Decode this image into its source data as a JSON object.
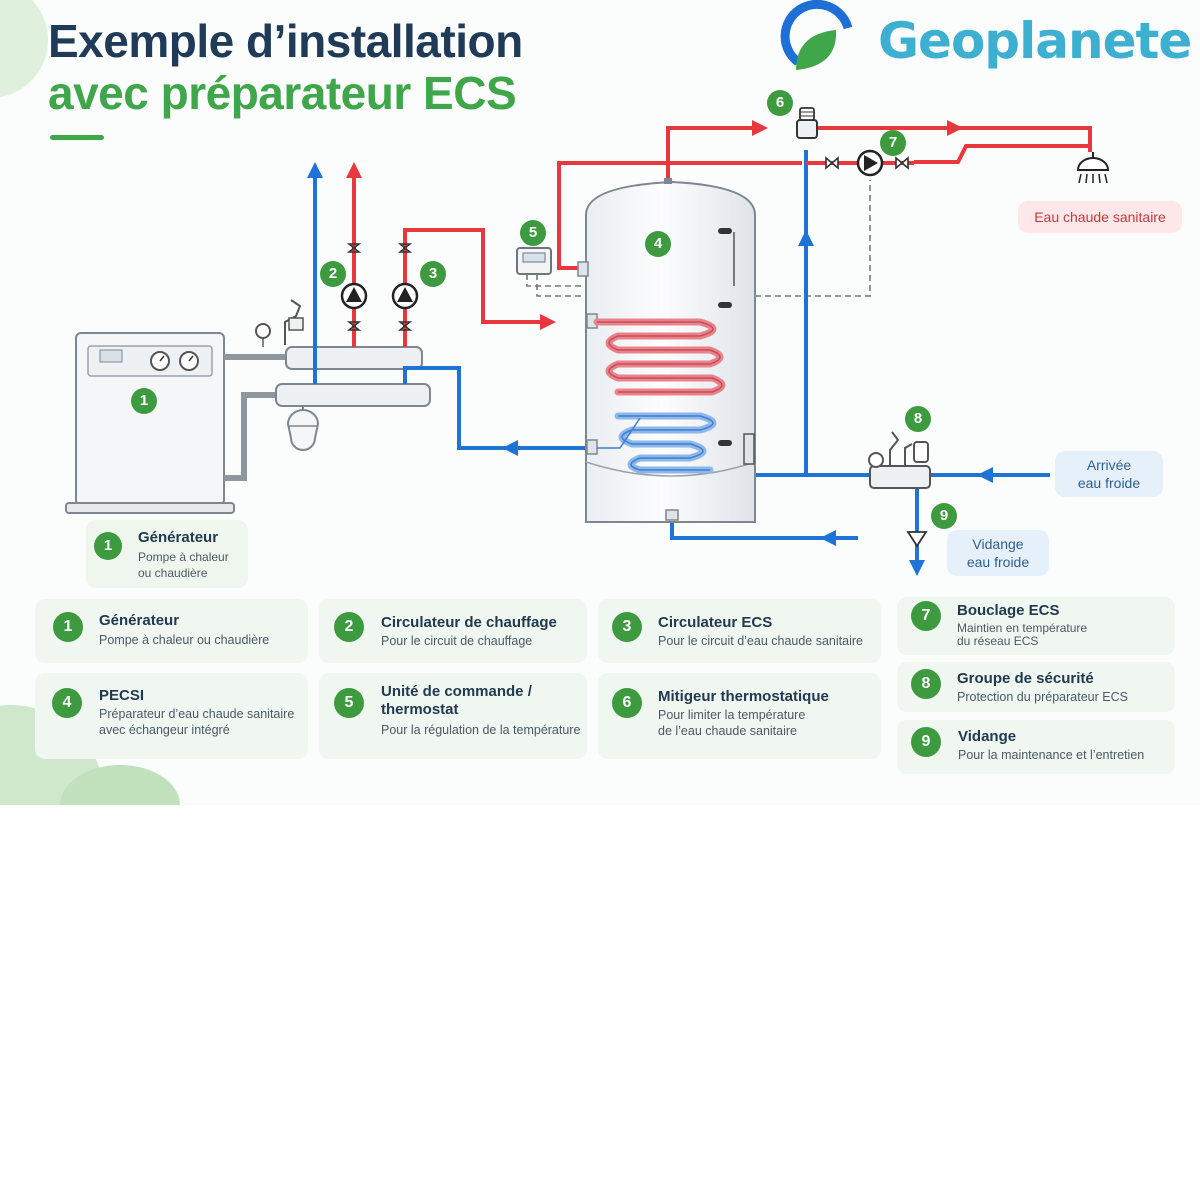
{
  "header": {
    "title_line1": "Exemple d’installation",
    "title_line2": "avec préparateur ECS"
  },
  "brand": {
    "name": "Geoplanete",
    "logo_icon": "leaf-in-ring-icon"
  },
  "colors": {
    "brand_blue": "#1e6fd6",
    "brand_green": "#3fa64a",
    "navy": "#1f3b57",
    "hot_red": "#e8383d",
    "cold_blue": "#1f72d6",
    "badge_green": "#3d9a3f"
  },
  "diagram": {
    "labels": {
      "hot_water": "Eau chaude sanitaire",
      "cold_inlet": "Arrivée\neau froide",
      "drain": "Vidange\neau froide"
    },
    "markers": [
      "1",
      "2",
      "3",
      "4",
      "5",
      "6",
      "7",
      "8",
      "9"
    ],
    "generator_card": {
      "number": "1",
      "title": "Générateur",
      "subtitle": "Pompe à chaleur\nou chaudière"
    }
  },
  "legend": [
    {
      "number": "1",
      "title": "Générateur",
      "subtitle": "Pompe à chaleur ou chaudière"
    },
    {
      "number": "2",
      "title": "Circulateur de chauffage",
      "subtitle": "Pour le circuit de chauffage"
    },
    {
      "number": "3",
      "title": "Circulateur ECS",
      "subtitle": "Pour le circuit d’eau chaude sanitaire"
    },
    {
      "number": "4",
      "title": "PECSI",
      "subtitle": "Préparateur d’eau chaude sanitaire\navec échangeur intégré"
    },
    {
      "number": "5",
      "title": "Unité de commande /\nthermostat",
      "subtitle": "Pour la régulation de la température"
    },
    {
      "number": "6",
      "title": "Mitigeur thermostatique",
      "subtitle": "Pour limiter la température\nde l’eau chaude sanitaire"
    },
    {
      "number": "7",
      "title": "Bouclage ECS",
      "subtitle": "Maintien en température\ndu réseau ECS"
    },
    {
      "number": "8",
      "title": "Groupe de sécurité",
      "subtitle": "Protection du préparateur ECS"
    },
    {
      "number": "9",
      "title": "Vidange",
      "subtitle": "Pour la maintenance et l’entretien"
    }
  ]
}
